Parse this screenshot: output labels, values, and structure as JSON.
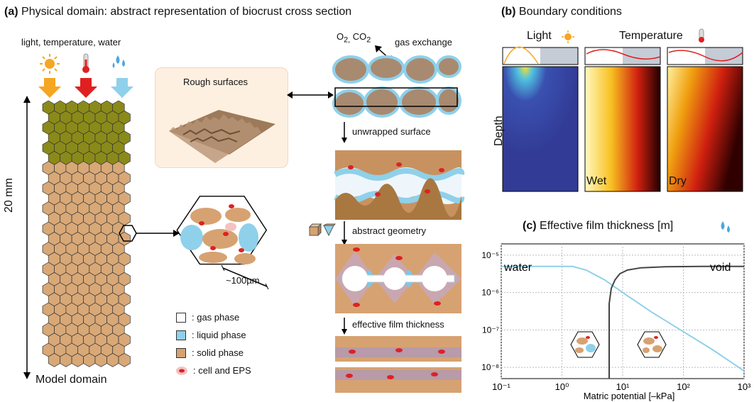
{
  "panel_a": {
    "tag": "(a)",
    "title": "Physical domain: abstract representation of biocrust cross section",
    "inputs_label": "light, temperature, water",
    "depth_label": "20 mm",
    "model_domain_label": "Model domain",
    "rough_surfaces_label": "Rough surfaces",
    "scale_label": "~100µm",
    "gas_formula": "O2, CO2",
    "gas_exchange_label": "gas exchange",
    "steps": [
      "unwrapped surface",
      "abstract geometry",
      "effective film thickness"
    ],
    "legend": [
      {
        "label": ": gas phase",
        "color": "#ffffff"
      },
      {
        "label": ": liquid phase",
        "color": "#8fd0ea"
      },
      {
        "label": ": solid phase",
        "color": "#d7a271"
      },
      {
        "label": ": cell and EPS",
        "color": "#e03030"
      }
    ],
    "colors": {
      "surface_green": "#8a8a1a",
      "soil_tan": "#d8a877",
      "water_blue": "#8fd0ea",
      "heat_red": "#e02020",
      "sun_orange": "#f5a623"
    }
  },
  "panel_b": {
    "tag": "(b)",
    "title": "Boundary conditions",
    "columns": [
      "Light",
      "Temperature"
    ],
    "depth_label": "Depth",
    "maps": [
      "Wet",
      "Dry"
    ]
  },
  "panel_c": {
    "tag": "(c)",
    "title": "Effective film thickness [m]",
    "xlabel": "Matric potential [–kPa]",
    "annotations": [
      "water",
      "void"
    ]
  },
  "chart_data": {
    "type": "line",
    "title": "Effective film thickness [m]",
    "xlabel": "Matric potential [–kPa]",
    "ylabel": "",
    "xscale": "log",
    "yscale": "log",
    "xlim": [
      0.1,
      1000
    ],
    "ylim": [
      5e-09,
      2e-05
    ],
    "xticks": [
      "10⁻¹",
      "10⁰",
      "10¹",
      "10²",
      "10³"
    ],
    "xtick_values": [
      0.1,
      1,
      10,
      100,
      1000
    ],
    "yticks": [
      "10⁻⁸",
      "10⁻⁷",
      "10⁻⁶",
      "10⁻⁵"
    ],
    "ytick_values": [
      1e-08,
      1e-07,
      1e-06,
      1e-05
    ],
    "series": [
      {
        "name": "water",
        "color": "#8fd0ea",
        "x": [
          0.1,
          0.5,
          1.5,
          2.5,
          5,
          10,
          30,
          100,
          300,
          1000
        ],
        "y": [
          5e-06,
          5e-06,
          5e-06,
          4e-06,
          2.2e-06,
          1e-06,
          3e-07,
          9e-08,
          3e-08,
          8e-09
        ]
      },
      {
        "name": "void",
        "color": "#444444",
        "x": [
          6,
          6,
          6.5,
          7.5,
          9,
          12,
          20,
          50,
          200,
          1000
        ],
        "y": [
          5e-09,
          5e-07,
          1.3e-06,
          2.2e-06,
          3.2e-06,
          4e-06,
          4.6e-06,
          4.9e-06,
          5e-06,
          5e-06
        ]
      }
    ],
    "grid": true
  }
}
